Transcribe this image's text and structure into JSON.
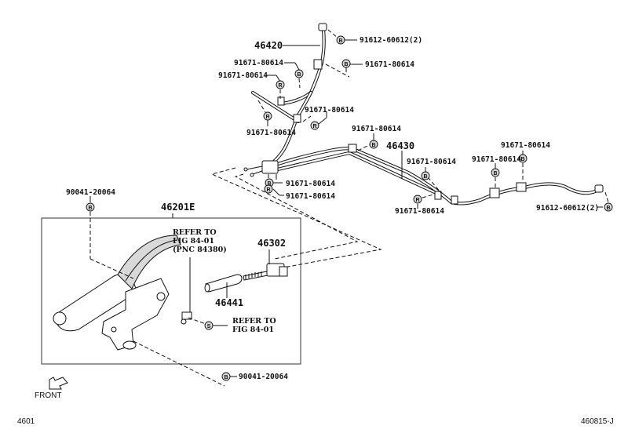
{
  "diagram": {
    "figure_code": "4601",
    "illustration_id": "460815-J",
    "front_label": "FRONT",
    "parts": {
      "front_cable": "46420",
      "rear_cable": "46430",
      "lever_assy": "46201E",
      "rod": "46302",
      "sleeve": "46441"
    },
    "fasteners": {
      "bolt_top": "91612-60612(2)",
      "bolt_rear": "91612-60612(2)",
      "clip": "91671-80614",
      "lever_bolt": "90041-20064"
    },
    "symbols": {
      "bolt": "B",
      "rivet": "R",
      "screw": "S"
    },
    "notes": {
      "refer1_line1": "REFER TO",
      "refer1_line2": "FIG 84-01",
      "refer1_line3": "(PNC 84380)",
      "refer2_line1": "REFER TO",
      "refer2_line2": "FIG 84-01"
    }
  }
}
